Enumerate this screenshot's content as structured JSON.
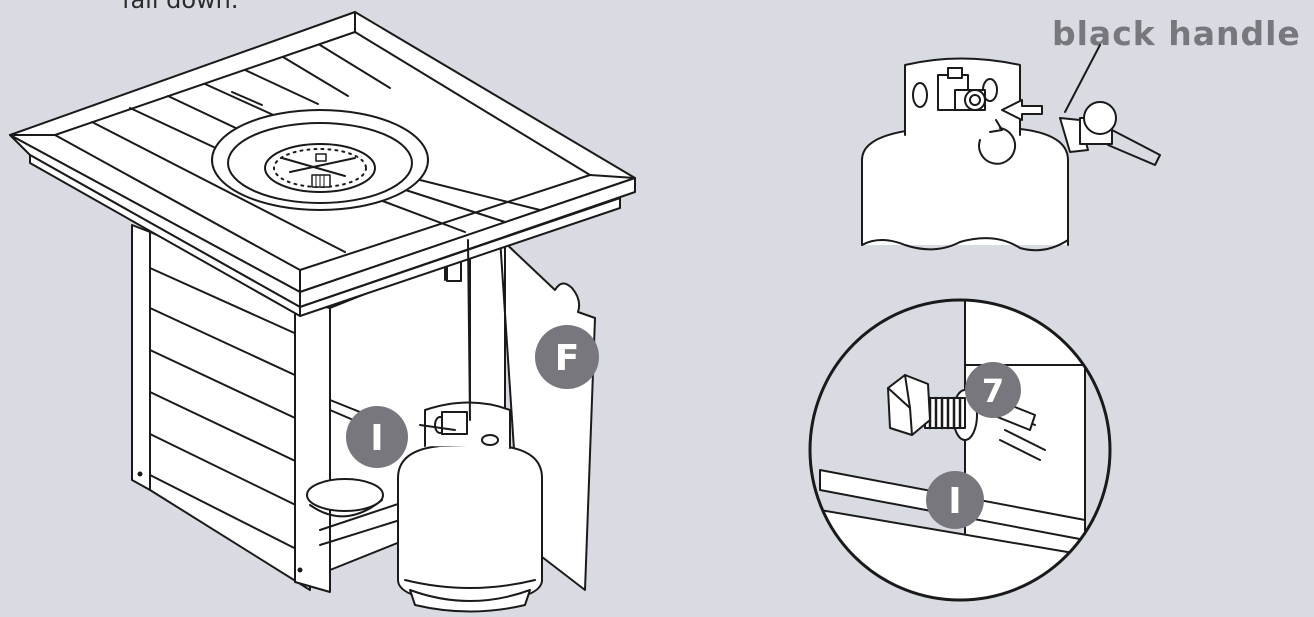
{
  "instruction_fragment": "fall down.",
  "callouts": {
    "handle_label": "black handle",
    "part_f": "F",
    "part_i_main": "I",
    "part_i_detail": "I",
    "part_7": "7"
  },
  "colors": {
    "background": "#d9dbe2",
    "line": "#1a1a1a",
    "fill": "#ffffff",
    "badge": "#77777d",
    "badge_text": "#ffffff",
    "label_text": "#77777d"
  }
}
